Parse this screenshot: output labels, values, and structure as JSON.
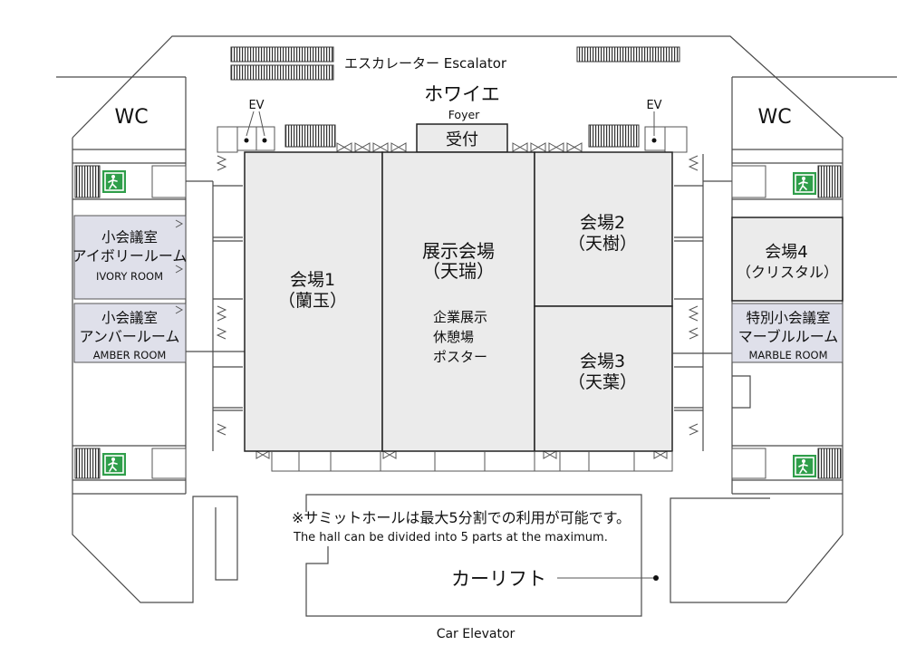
{
  "plan": {
    "escalator_label": "エスカレーター Escalator",
    "foyer": {
      "name_jp": "ホワイエ",
      "name_en": "Foyer"
    },
    "reception": "受付",
    "elevator_left": "EV",
    "elevator_right": "EV",
    "restroom_left": "WC",
    "restroom_right": "WC",
    "rooms": {
      "ivory": {
        "line1": "小会議室",
        "line2": "アイボリールーム",
        "line3": "IVORY ROOM"
      },
      "amber": {
        "line1": "小会議室",
        "line2": "アンバールーム",
        "line3": "AMBER ROOM"
      },
      "hall1": {
        "name": "会場1",
        "alias": "（蘭玉）"
      },
      "exhibition": {
        "name": "展示会場",
        "alias": "（天瑞）",
        "uses": [
          "企業展示",
          "休憩場",
          "ポスター"
        ]
      },
      "hall2": {
        "name": "会場2",
        "alias": "（天樹）"
      },
      "hall3": {
        "name": "会場3",
        "alias": "（天葉）"
      },
      "hall4": {
        "name": "会場4",
        "alias": "（クリスタル）"
      },
      "marble": {
        "line1": "特別小会議室",
        "line2": "マーブルルーム",
        "line3": "MARBLE ROOM"
      }
    },
    "note": {
      "jp": "※サミットホールは最大5分割での利用が可能です。",
      "en": "The hall can be divided into 5 parts at the maximum."
    },
    "car_lift": {
      "label_jp": "カーリフト",
      "label_en": "Car Elevator"
    },
    "exit_sign_icon": "emergency-exit-icon"
  },
  "colors": {
    "hall_fill": "#ebebeb",
    "small_room_fill": "#dfe0ea",
    "exit_sign": "#2f9e4a",
    "wall": "#4a4a4a"
  }
}
